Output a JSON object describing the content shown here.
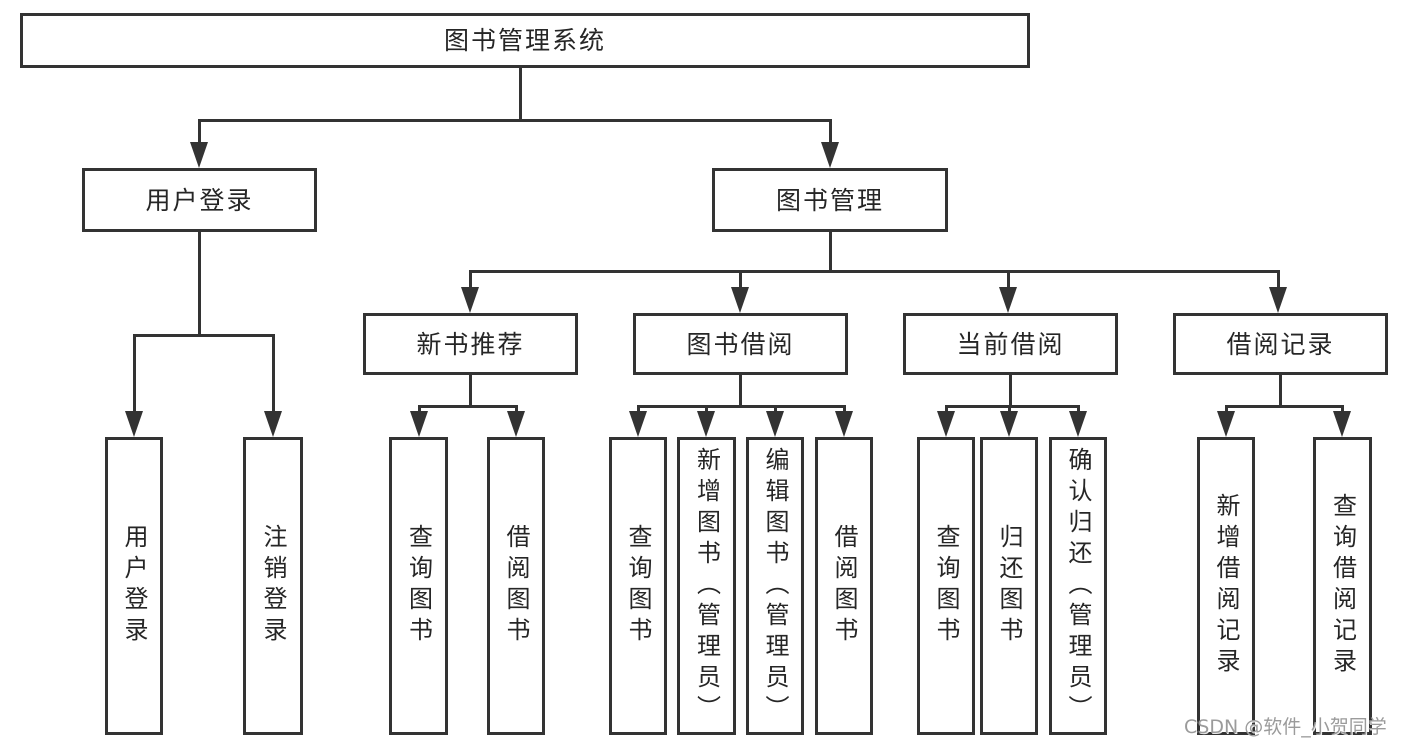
{
  "colors": {
    "line": "#333333",
    "text": "#262626",
    "background": "#ffffff",
    "watermark": "#9b9b9b"
  },
  "diagram": {
    "root": {
      "label": "图书管理系统"
    },
    "level2": [
      {
        "id": "user-login",
        "label": "用户登录"
      },
      {
        "id": "book-management",
        "label": "图书管理"
      }
    ],
    "level3": [
      {
        "id": "new-book-recommendation",
        "parent": "book-management",
        "label": "新书推荐"
      },
      {
        "id": "book-borrowing",
        "parent": "book-management",
        "label": "图书借阅"
      },
      {
        "id": "current-borrowing",
        "parent": "book-management",
        "label": "当前借阅"
      },
      {
        "id": "borrowing-records",
        "parent": "book-management",
        "label": "借阅记录"
      }
    ],
    "leaves": [
      {
        "parent": "user-login",
        "label": "用户登录"
      },
      {
        "parent": "user-login",
        "label": "注销登录"
      },
      {
        "parent": "new-book-recommendation",
        "label": "查询图书"
      },
      {
        "parent": "new-book-recommendation",
        "label": "借阅图书"
      },
      {
        "parent": "book-borrowing",
        "label": "查询图书"
      },
      {
        "parent": "book-borrowing",
        "label": "新增图书（管理员）"
      },
      {
        "parent": "book-borrowing",
        "label": "编辑图书（管理员）"
      },
      {
        "parent": "book-borrowing",
        "label": "借阅图书"
      },
      {
        "parent": "current-borrowing",
        "label": "查询图书"
      },
      {
        "parent": "current-borrowing",
        "label": "归还图书"
      },
      {
        "parent": "current-borrowing",
        "label": "确认归还（管理员）"
      },
      {
        "parent": "borrowing-records",
        "label": "新增借阅记录"
      },
      {
        "parent": "borrowing-records",
        "label": "查询借阅记录"
      }
    ]
  },
  "watermark": {
    "text": "CSDN @软件_小贺同学"
  }
}
